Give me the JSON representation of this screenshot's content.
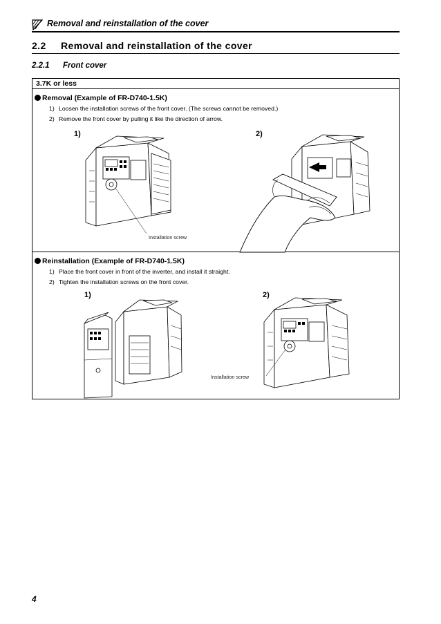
{
  "running_header": {
    "text": "Removal and reinstallation of the cover"
  },
  "section": {
    "number": "2.2",
    "title": "Removal and reinstallation of the cover"
  },
  "subsection": {
    "number": "2.2.1",
    "title": "Front cover"
  },
  "capacity_label": "3.7K or less",
  "removal": {
    "heading": "Removal (Example of FR-D740-1.5K)",
    "steps": [
      {
        "num": "1)",
        "text": "Loosen the installation screws of the front cover. (The screws cannot be removed.)"
      },
      {
        "num": "2)",
        "text": "Remove the front cover by pulling it like the direction of arrow."
      }
    ],
    "figure_labels": [
      "1)",
      "2)"
    ],
    "callout": "Installation screw"
  },
  "reinstallation": {
    "heading": "Reinstallation (Example of FR-D740-1.5K)",
    "steps": [
      {
        "num": "1)",
        "text": "Place the front cover in front of the inverter, and install it straight."
      },
      {
        "num": "2)",
        "text": "Tighten the installation screws on the front cover."
      }
    ],
    "figure_labels": [
      "1)",
      "2)"
    ],
    "callout": "Installation screw"
  },
  "page_number": "4"
}
